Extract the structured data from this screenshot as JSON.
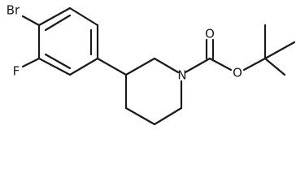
{
  "molecule": {
    "atoms": {
      "bromine": "Br",
      "fluorine": "F",
      "nitrogen": "N",
      "carbonyl_oxygen": "O",
      "ester_oxygen": "O"
    }
  }
}
